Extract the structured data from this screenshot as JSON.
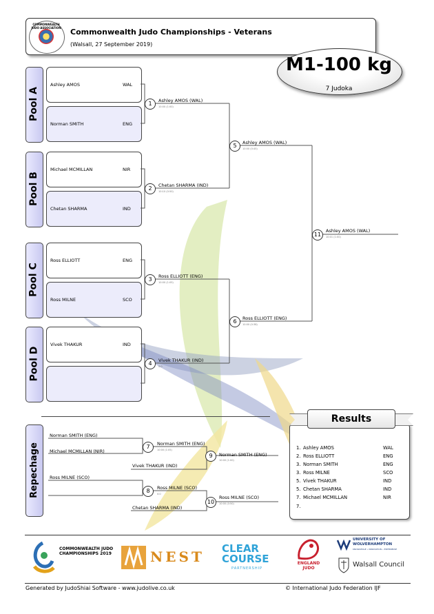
{
  "header": {
    "title": "Commonwealth Judo Championships - Veterans",
    "subtitle": "(Walsall, 27 September 2019)",
    "emblem_text": "COMMONWEALTH JUDO ASSOCIATION"
  },
  "category": {
    "title": "M1-100 kg",
    "count": "7 Judoka"
  },
  "pools": [
    {
      "label": "Pool A",
      "players": [
        {
          "name": "Ashley AMOS",
          "country": "WAL"
        },
        {
          "name": "Norman SMITH",
          "country": "ENG"
        }
      ]
    },
    {
      "label": "Pool B",
      "players": [
        {
          "name": "Michael MCMILLAN",
          "country": "NIR"
        },
        {
          "name": "Chetan SHARMA",
          "country": "IND"
        }
      ]
    },
    {
      "label": "Pool C",
      "players": [
        {
          "name": "Ross ELLIOTT",
          "country": "ENG"
        },
        {
          "name": "Ross MILNE",
          "country": "SCO"
        }
      ]
    },
    {
      "label": "Pool D",
      "players": [
        {
          "name": "Vivek THAKUR",
          "country": "IND"
        },
        {
          "name": "",
          "country": ""
        }
      ]
    }
  ],
  "matches": {
    "m1": {
      "num": "1",
      "winner": "Ashley AMOS (WAL)",
      "score": "10:00 (1:00)"
    },
    "m2": {
      "num": "2",
      "winner": "Chetan SHARMA (IND)",
      "score": "10:10 (0:50)"
    },
    "m3": {
      "num": "3",
      "winner": "Ross ELLIOTT (ENG)",
      "score": "10:00 (1:05)"
    },
    "m4": {
      "num": "4",
      "winner": "Vivek THAKUR (IND)",
      "score": "0:0"
    },
    "m5": {
      "num": "5",
      "winner": "Ashley AMOS (WAL)",
      "score": "10:00 (0:45)"
    },
    "m6": {
      "num": "6",
      "winner": "Ross ELLIOTT (ENG)",
      "score": "10:00 (0:38)"
    },
    "m11": {
      "num": "11",
      "winner": "Ashley AMOS (WAL)",
      "score": "10:01 (1:00)"
    }
  },
  "repechage": {
    "label": "Repechage",
    "m7": {
      "num": "7",
      "top": "Norman SMITH (ENG)",
      "bottom": "Michael MCMILLAN (NIR)",
      "winner": "Norman SMITH (ENG)",
      "score": "10:00 (1:05)"
    },
    "m8": {
      "num": "8",
      "top": "Ross MILNE (SCO)",
      "bottom": "",
      "winner": "Ross MILNE (SCO)",
      "score": "0:0"
    },
    "m9": {
      "num": "9",
      "bottom": "Vivek THAKUR (IND)",
      "winner": "Norman SMITH (ENG)",
      "score": "10:00 (1:00)"
    },
    "m10": {
      "num": "10",
      "bottom": "Chetan SHARMA (IND)",
      "winner": "Ross MILNE (SCO)",
      "score": "10:00 (0:50)"
    }
  },
  "results": {
    "title": "Results",
    "rows": [
      {
        "place": "1.",
        "name": "Ashley AMOS",
        "country": "WAL"
      },
      {
        "place": "2.",
        "name": "Ross ELLIOTT",
        "country": "ENG"
      },
      {
        "place": "3.",
        "name": "Norman SMITH",
        "country": "ENG"
      },
      {
        "place": "3.",
        "name": "Ross MILNE",
        "country": "SCO"
      },
      {
        "place": "5.",
        "name": "Vivek THAKUR",
        "country": "IND"
      },
      {
        "place": "5.",
        "name": "Chetan SHARMA",
        "country": "IND"
      },
      {
        "place": "7.",
        "name": "Michael MCMILLAN",
        "country": "NIR"
      },
      {
        "place": "7.",
        "name": "",
        "country": ""
      }
    ]
  },
  "sponsors": {
    "cjc": "COMMONWEALTH JUDO CHAMPIONSHIPS 2019",
    "nest": "NEST",
    "clear": "CLEAR COURSE",
    "clear_sub": "PARTNERSHIP",
    "england": "ENGLAND JUDO",
    "wolves_univ": "UNIVERSITY OF WOLVERHAMPTON",
    "wolves_tag": "KNOWLEDGE • INNOVATION • ENTERPRISE",
    "walsall": "Walsall Council"
  },
  "footer": {
    "left": "Generated by JudoShiai Software - www.judolive.co.uk",
    "right": "© International Judo Federation IJF"
  }
}
